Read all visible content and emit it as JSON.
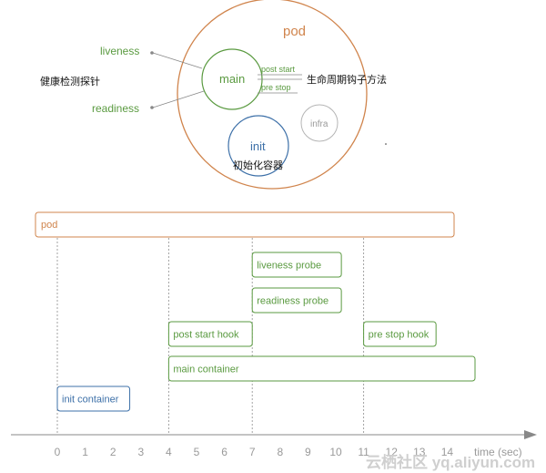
{
  "pod_diagram": {
    "pod_label": "pod",
    "main_label": "main",
    "init_label": "init",
    "infra_label": "infra",
    "liveness_label": "liveness",
    "readiness_label": "readiness",
    "post_start_label": "post start",
    "pre_stop_label": "pre stop",
    "health_probe_label": "健康检测探针",
    "lifecycle_hook_label": "生命周期钩子方法",
    "init_container_cn_label": "初始化容器"
  },
  "timeline": {
    "pod_bar_label": "pod",
    "bars": [
      {
        "label": "liveness probe",
        "start": 7,
        "end": 10.2,
        "row": 0
      },
      {
        "label": "readiness probe",
        "start": 7,
        "end": 10.2,
        "row": 1
      },
      {
        "label": "post start hook",
        "start": 4,
        "end": 7,
        "row": 2
      },
      {
        "label": "pre stop hook",
        "start": 11,
        "end": 13.6,
        "row": 2
      },
      {
        "label": "main container",
        "start": 4,
        "end": 15,
        "row": 3
      },
      {
        "label": "init container",
        "start": 0,
        "end": 2.6,
        "row": 4
      }
    ],
    "dashed_markers": [
      0,
      4,
      7,
      11
    ],
    "ticks": [
      "0",
      "1",
      "2",
      "3",
      "4",
      "5",
      "6",
      "7",
      "8",
      "9",
      "10",
      "11",
      "12",
      "13",
      "14"
    ],
    "axis_label": "time (sec)"
  },
  "watermark": "云栖社区 yq.aliyun.com",
  "colors": {
    "pod": "#d0844c",
    "main": "#5a9a40",
    "init": "#3d70a8",
    "infra": "#b5b5b5",
    "axis": "#888888"
  }
}
